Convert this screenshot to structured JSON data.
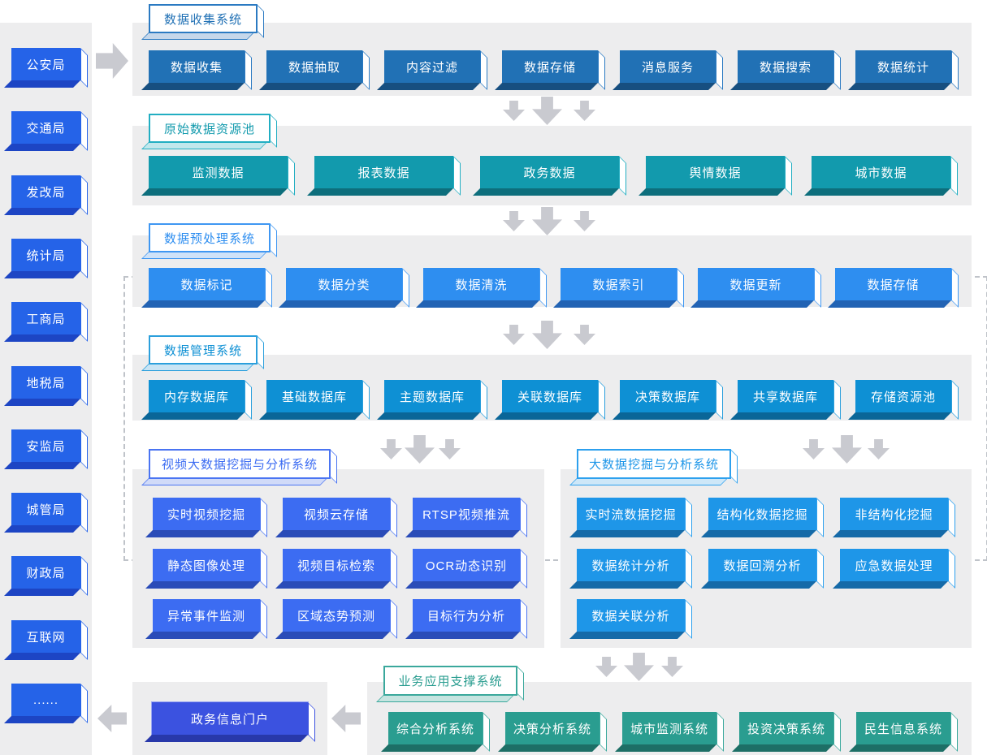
{
  "colors": {
    "page_bg": "#ffffff",
    "panel_bg": "#ededee",
    "arrow": "#c9cad0",
    "dashed_border": "#bfc3c9",
    "source_button": {
      "face": "#2563e8",
      "shade": "#1d45c4",
      "edge": "#2563e8"
    },
    "portal_button": {
      "face": "#3b52e0",
      "shade": "#2838aa",
      "edge": "#3b52e0",
      "inner_border": "#98a6f2"
    }
  },
  "sources": {
    "items": [
      "公安局",
      "交通局",
      "发改局",
      "统计局",
      "工商局",
      "地税局",
      "安监局",
      "城管局",
      "财政局",
      "互联网",
      "......"
    ]
  },
  "sections": [
    {
      "key": "collection",
      "title": "数据收集系统",
      "colors": {
        "face": "#2171b5",
        "shade": "#174f80",
        "edge": "#2b7ac2",
        "tint": "#c6d7ea"
      },
      "rows": [
        [
          "数据收集",
          "数据抽取",
          "内容过滤",
          "数据存储",
          "消息服务",
          "数据搜索",
          "数据统计"
        ]
      ]
    },
    {
      "key": "raw-pool",
      "title": "原始数据资源池",
      "colors": {
        "face": "#129aad",
        "shade": "#0d6e7c",
        "edge": "#22aec2",
        "tint": "#c2e7ec"
      },
      "rows": [
        [
          "监测数据",
          "报表数据",
          "政务数据",
          "舆情数据",
          "城市数据"
        ]
      ]
    },
    {
      "key": "preprocess",
      "title": "数据预处理系统",
      "colors": {
        "face": "#2e8ef0",
        "shade": "#2263b4",
        "edge": "#3f97f2",
        "tint": "#cfe2f8"
      },
      "rows": [
        [
          "数据标记",
          "数据分类",
          "数据清洗",
          "数据索引",
          "数据更新",
          "数据存储"
        ]
      ]
    },
    {
      "key": "management",
      "title": "数据管理系统",
      "colors": {
        "face": "#0e90d4",
        "shade": "#0a6698",
        "edge": "#2b9fdc",
        "tint": "#c9e4f4"
      },
      "rows": [
        [
          "内存数据库",
          "基础数据库",
          "主题数据库",
          "关联数据库",
          "决策数据库",
          "共享数据库",
          "存储资源池"
        ]
      ]
    },
    {
      "key": "video-mining",
      "title": "视频大数据挖掘与分析系统",
      "colors": {
        "face": "#3c6cf2",
        "shade": "#2a4cb8",
        "edge": "#4a74f2",
        "tint": "#d0daf8"
      },
      "rows": [
        [
          "实时视频挖掘",
          "视频云存储",
          "RTSP视频推流"
        ],
        [
          "静态图像处理",
          "视频目标检索",
          "OCR动态识别"
        ],
        [
          "异常事件监测",
          "区域态势预测",
          "目标行为分析"
        ]
      ]
    },
    {
      "key": "data-mining",
      "title": "大数据挖掘与分析系统",
      "colors": {
        "face": "#1e96e8",
        "shade": "#156aa8",
        "edge": "#2da0ee",
        "tint": "#cde7f8"
      },
      "rows": [
        [
          "实时流数据挖掘",
          "结构化数据挖掘",
          "非结构化挖掘"
        ],
        [
          "数据统计分析",
          "数据回溯分析",
          "应急数据处理"
        ],
        [
          "数据关联分析"
        ]
      ]
    },
    {
      "key": "app-support",
      "title": "业务应用支撑系统",
      "colors": {
        "face": "#2a9d90",
        "shade": "#1d6f66",
        "edge": "#3aa89c",
        "tint": "#c6e4e0"
      },
      "rows": [
        [
          "综合分析系统",
          "决策分析系统",
          "城市监测系统",
          "投资决策系统",
          "民生信息系统"
        ]
      ]
    }
  ],
  "portal": {
    "label": "政务信息门户"
  }
}
